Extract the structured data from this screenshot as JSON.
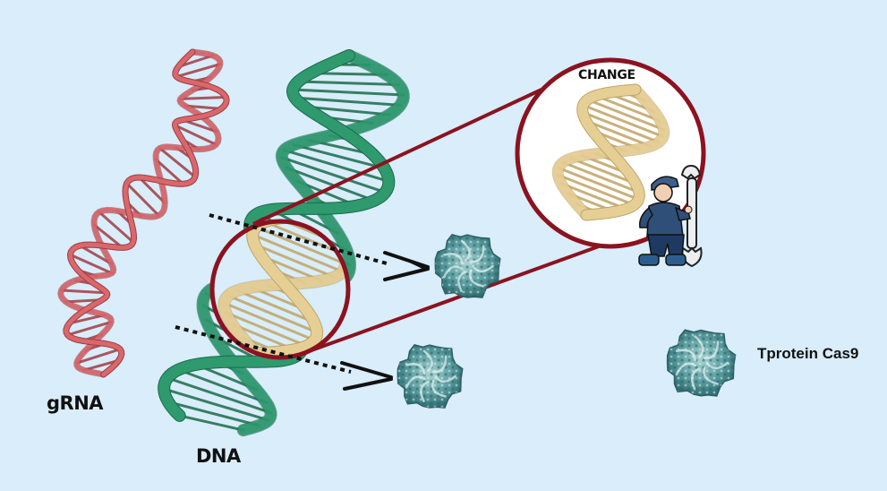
{
  "labels": {
    "grna": "gRNA",
    "dna": "DNA",
    "change": "CHANGE",
    "cas9": "Tprotein Cas9"
  },
  "colors": {
    "background": "#d9edfa",
    "grna_strand": "#d9676b",
    "dna_strand": "#2e9a6e",
    "highlight_dna": "#e6cf95",
    "zoom_ring": "#8c1220",
    "cas9_protein": "#4f8e93",
    "scissor": "#111111"
  },
  "icons": [
    "grna-helix",
    "dna-helix",
    "scissors-icon",
    "cas9-protein-icon",
    "mechanic-with-wrench-icon",
    "magnifier-circle"
  ]
}
